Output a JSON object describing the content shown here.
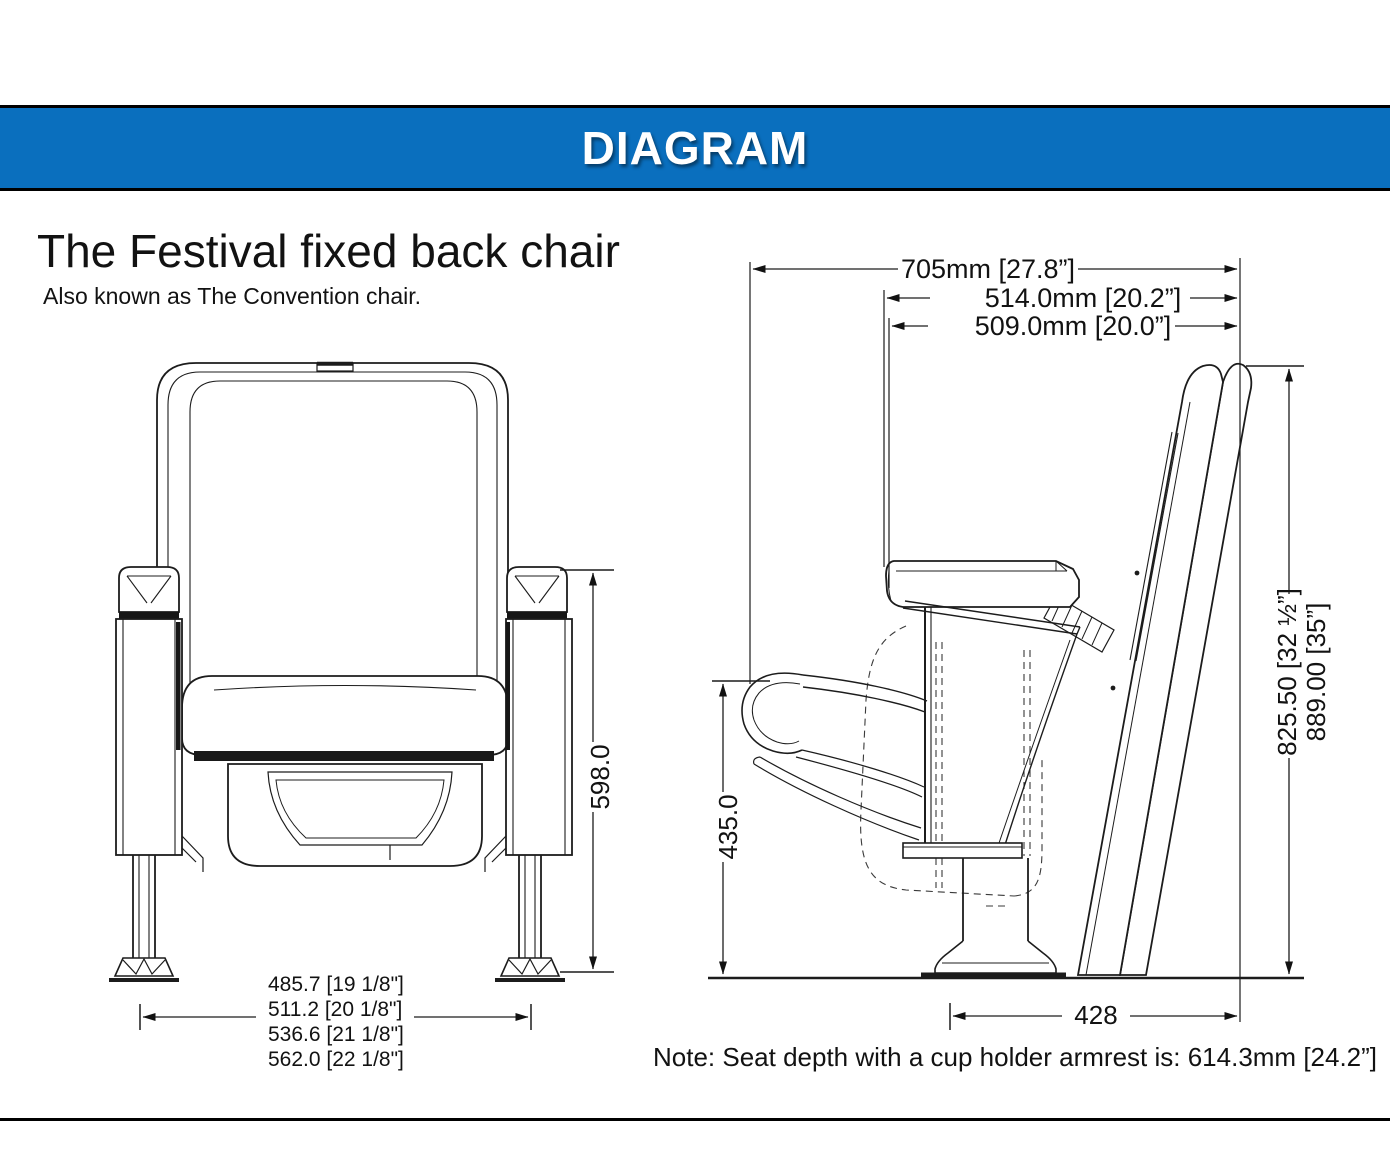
{
  "banner": {
    "title": "DIAGRAM",
    "background": "#0a6fbe"
  },
  "heading": {
    "title": "The Festival fixed back chair",
    "subtitle": "Also known as The Convention chair."
  },
  "front_view": {
    "back_height": "598.0",
    "width_options": [
      "485.7 [19 1/8\"]",
      "511.2 [20 1/8\"]",
      "536.6 [21 1/8\"]",
      "562.0 [22 1/8\"]"
    ]
  },
  "side_view": {
    "overall_depth": "705mm [27.8”]",
    "depth_backrest": "514.0mm [20.2”]",
    "depth_seat": "509.0mm [20.0”]",
    "seat_front_height": "435.0",
    "back_height_low": "825.50 [32 ½”]",
    "back_height_high": "889.00 [35”]",
    "base_depth": "428"
  },
  "note": "Note: Seat depth with a cup holder armrest is: 614.3mm [24.2”]"
}
